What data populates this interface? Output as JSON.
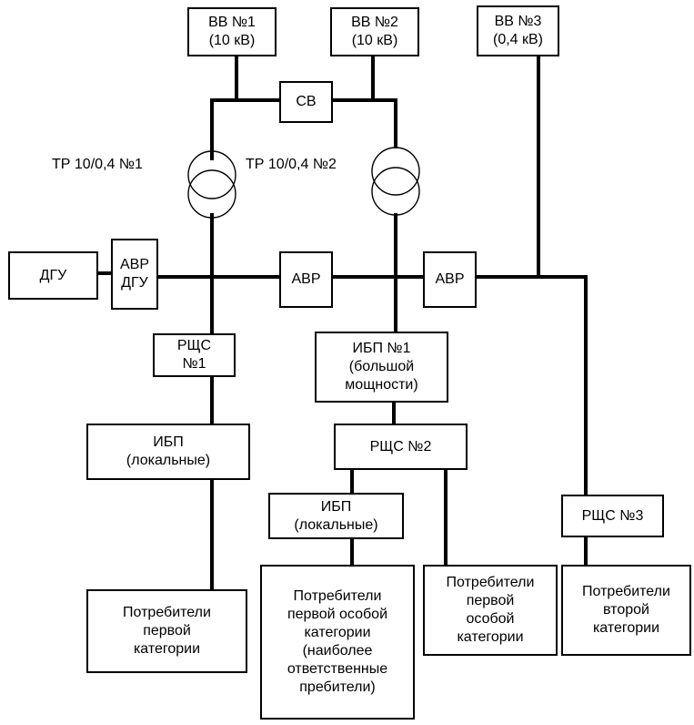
{
  "boxes": {
    "vv1": [
      "ВВ №1",
      "(10 кВ)"
    ],
    "vv2": [
      "ВВ №2",
      "(10 кВ)"
    ],
    "vv3": [
      "ВВ №3",
      "(0,4 кВ)"
    ],
    "sv": [
      "СВ"
    ],
    "dgu": [
      "ДГУ"
    ],
    "avr_dgu": [
      "АВР",
      "ДГУ"
    ],
    "avr1": [
      "АВР"
    ],
    "avr2": [
      "АВР"
    ],
    "rshs1": [
      "РЩС",
      "№1"
    ],
    "ibp1": [
      "ИБП №1",
      "(большой",
      "мощности)"
    ],
    "ibp_local1": [
      "ИБП",
      "(локальные)"
    ],
    "rshs2": [
      "РЩС №2"
    ],
    "ibp_local2": [
      "ИБП",
      "(локальные)"
    ],
    "rshs3": [
      "РЩС №3"
    ],
    "cons_first": [
      "Потребители",
      "первой",
      "категории"
    ],
    "cons_first_special_most": [
      "Потребители",
      "первой особой",
      "категории",
      "(наиболее",
      "ответственные",
      "пребители)"
    ],
    "cons_first_special": [
      "Потребители",
      "первой",
      "особой",
      "категории"
    ],
    "cons_second": [
      "Потребители",
      "второй",
      "категории"
    ]
  },
  "labels": {
    "tr1": "ТР 10/0,4 №1",
    "tr2": "ТР 10/0,4 №2"
  }
}
